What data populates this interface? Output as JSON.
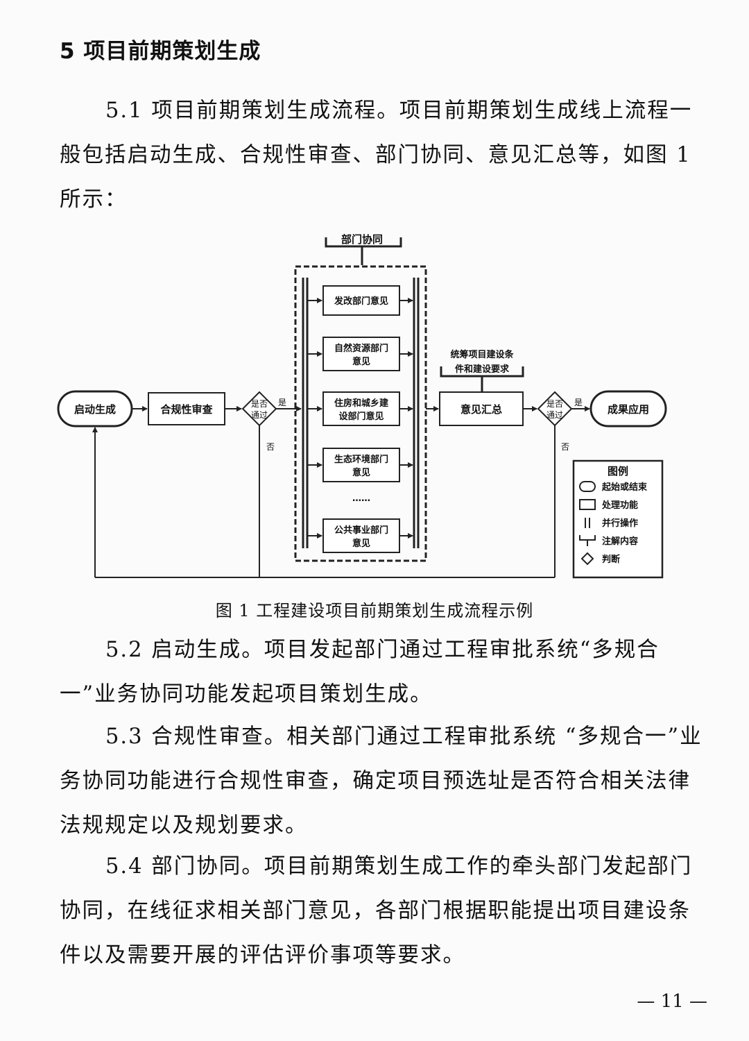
{
  "heading": "5 项目前期策划生成",
  "paragraphs": {
    "p1": "5.1 项目前期策划生成流程。项目前期策划生成线上流程一般包括启动生成、合规性审查、部门协同、意见汇总等，如图 1 所示：",
    "p2": "5.2 启动生成。项目发起部门通过工程审批系统“多规合一”业务协同功能发起项目策划生成。",
    "p3": "5.3 合规性审查。相关部门通过工程审批系统 “多规合一”业务协同功能进行合规性审查，确定项目预选址是否符合相关法律法规规定以及规划要求。",
    "p4": "5.4 部门协同。项目前期策划生成工作的牵头部门发起部门协同，在线征求相关部门意见，各部门根据职能提出项目建设条件以及需要开展的评估评价事项等要求。"
  },
  "figure": {
    "caption": "图 1 工程建设项目前期策划生成流程示例",
    "group_label": "部门协同",
    "nodes": {
      "start": "启动生成",
      "compliance": "合规性审查",
      "decision_line1": "是否",
      "decision_line2": "通过",
      "yes": "是",
      "no": "否",
      "dept1": "发改部门意见",
      "dept2_l1": "自然资源部门",
      "dept2_l2": "意见",
      "dept3_l1": "住房和城乡建",
      "dept3_l2": "设部门意见",
      "dept4_l1": "生态环境部门",
      "dept4_l2": "意见",
      "ellipsis": "……",
      "dept5_l1": "公共事业部门",
      "dept5_l2": "意见",
      "note_l1": "统筹项目建设条",
      "note_l2": "件和建设要求",
      "summary": "意见汇总",
      "result": "成果应用"
    },
    "legend": {
      "title": "图例",
      "items": [
        "起始或结束",
        "处理功能",
        "并行操作",
        "注解内容",
        "判断"
      ]
    }
  },
  "page_number": "— 11 —"
}
